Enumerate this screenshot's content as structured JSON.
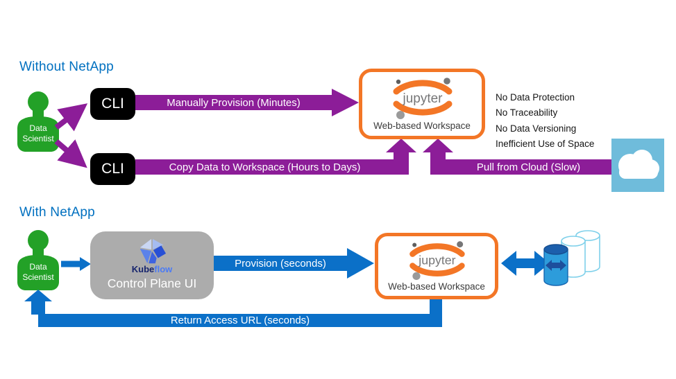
{
  "colors": {
    "purple": "#8C1D98",
    "blue": "#0B70C8",
    "title_blue": "#0070C0",
    "green": "#23A127",
    "orange": "#F37626",
    "gray_box": "#ACACAC",
    "cloud_blue": "#6FBCDB",
    "cylinder_blue": "#2D9CDB",
    "cylinder_dark": "#1C5FAC",
    "cylinder_outline": "#7ED0EA"
  },
  "without": {
    "title": "Without NetApp",
    "actor": {
      "line1": "Data",
      "line2": "Scientist"
    },
    "cli_top": "CLI",
    "cli_bottom": "CLI",
    "arrows": {
      "manual": "Manually Provision (Minutes)",
      "copy": "Copy Data to Workspace (Hours to Days)",
      "pull": "Pull from Cloud (Slow)"
    },
    "workspace": {
      "logo_text": "jupyter",
      "label": "Web-based Workspace"
    },
    "issues": [
      "No Data Protection",
      "No Traceability",
      "No Data Versioning",
      "Inefficient Use of Space"
    ]
  },
  "with_netapp": {
    "title": "With NetApp",
    "actor": {
      "line1": "Data",
      "line2": "Scientist"
    },
    "control_plane": {
      "brand_bold": "Kube",
      "brand_light": "flow",
      "label": "Control Plane UI"
    },
    "arrows": {
      "provision": "Provision (seconds)",
      "return_url": "Return Access URL (seconds)"
    },
    "workspace": {
      "logo_text": "jupyter",
      "label": "Web-based Workspace"
    }
  },
  "icons": {
    "person": "person-icon",
    "cloud": "cloud-icon",
    "jupyter": "jupyter-logo-icon",
    "kubeflow": "kubeflow-logo-icon",
    "storage": "storage-cylinders-icon",
    "double_arrow": "double-headed-arrow-icon"
  }
}
